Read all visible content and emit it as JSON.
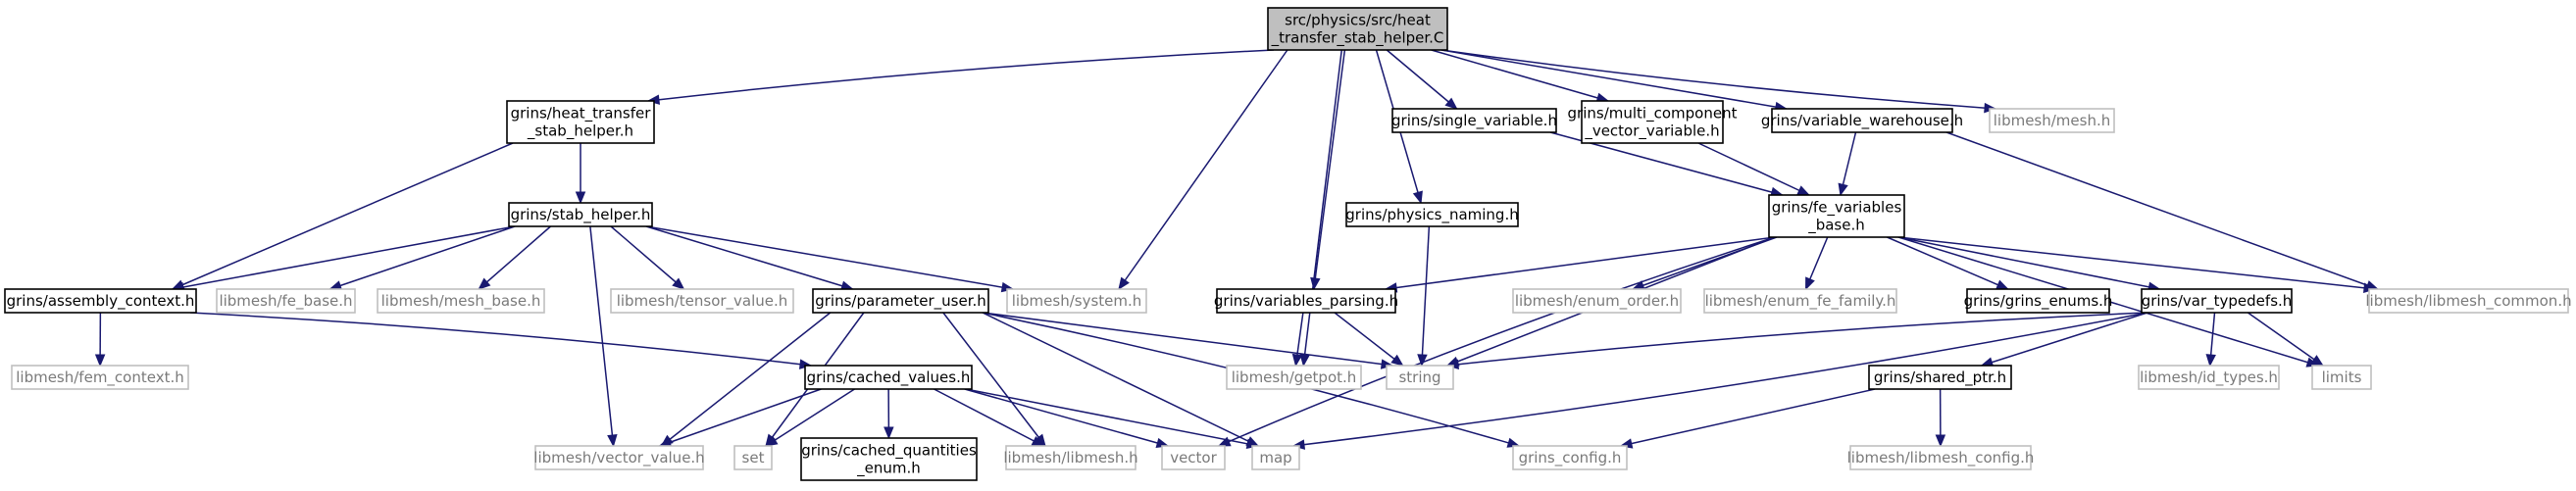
{
  "title": "src/physics/src/heat_transfer_stab_helper.C",
  "colors": {
    "edge": "#191970",
    "node_border": "#000000",
    "external_border": "#bfbfbf",
    "external_text": "#7a7a7a",
    "root_fill": "#bfbfbf",
    "background": "#ffffff"
  },
  "nodes": [
    {
      "id": "root",
      "lines": [
        "src/physics/src/heat",
        "_transfer_stab_helper.C"
      ],
      "kind": "root"
    },
    {
      "id": "heat_stab_h",
      "lines": [
        "grins/heat_transfer",
        "_stab_helper.h"
      ],
      "kind": "internal"
    },
    {
      "id": "single_var",
      "lines": [
        "grins/single_variable.h"
      ],
      "kind": "internal"
    },
    {
      "id": "multi_comp",
      "lines": [
        "grins/multi_component",
        "_vector_variable.h"
      ],
      "kind": "internal"
    },
    {
      "id": "var_warehouse",
      "lines": [
        "grins/variable_warehouse.h"
      ],
      "kind": "internal"
    },
    {
      "id": "mesh_h",
      "lines": [
        "libmesh/mesh.h"
      ],
      "kind": "external"
    },
    {
      "id": "stab_helper",
      "lines": [
        "grins/stab_helper.h"
      ],
      "kind": "internal"
    },
    {
      "id": "physics_naming",
      "lines": [
        "grins/physics_naming.h"
      ],
      "kind": "internal"
    },
    {
      "id": "fe_vars_base",
      "lines": [
        "grins/fe_variables",
        "_base.h"
      ],
      "kind": "internal"
    },
    {
      "id": "assembly_ctx",
      "lines": [
        "grins/assembly_context.h"
      ],
      "kind": "internal"
    },
    {
      "id": "fe_base",
      "lines": [
        "libmesh/fe_base.h"
      ],
      "kind": "external"
    },
    {
      "id": "mesh_base",
      "lines": [
        "libmesh/mesh_base.h"
      ],
      "kind": "external"
    },
    {
      "id": "tensor_value",
      "lines": [
        "libmesh/tensor_value.h"
      ],
      "kind": "external"
    },
    {
      "id": "param_user",
      "lines": [
        "grins/parameter_user.h"
      ],
      "kind": "internal"
    },
    {
      "id": "system_h",
      "lines": [
        "libmesh/system.h"
      ],
      "kind": "external"
    },
    {
      "id": "vars_parsing",
      "lines": [
        "grins/variables_parsing.h"
      ],
      "kind": "internal"
    },
    {
      "id": "enum_order",
      "lines": [
        "libmesh/enum_order.h"
      ],
      "kind": "external"
    },
    {
      "id": "enum_fe_family",
      "lines": [
        "libmesh/enum_fe_family.h"
      ],
      "kind": "external"
    },
    {
      "id": "grins_enums",
      "lines": [
        "grins/grins_enums.h"
      ],
      "kind": "internal"
    },
    {
      "id": "var_typedefs",
      "lines": [
        "grins/var_typedefs.h"
      ],
      "kind": "internal"
    },
    {
      "id": "libmesh_common",
      "lines": [
        "libmesh/libmesh_common.h"
      ],
      "kind": "external"
    },
    {
      "id": "fem_context",
      "lines": [
        "libmesh/fem_context.h"
      ],
      "kind": "external"
    },
    {
      "id": "cached_values",
      "lines": [
        "grins/cached_values.h"
      ],
      "kind": "internal"
    },
    {
      "id": "getpot",
      "lines": [
        "libmesh/getpot.h"
      ],
      "kind": "external"
    },
    {
      "id": "string",
      "lines": [
        "string"
      ],
      "kind": "external"
    },
    {
      "id": "shared_ptr",
      "lines": [
        "grins/shared_ptr.h"
      ],
      "kind": "internal"
    },
    {
      "id": "id_types",
      "lines": [
        "libmesh/id_types.h"
      ],
      "kind": "external"
    },
    {
      "id": "limits",
      "lines": [
        "limits"
      ],
      "kind": "external"
    },
    {
      "id": "vector_value",
      "lines": [
        "libmesh/vector_value.h"
      ],
      "kind": "external"
    },
    {
      "id": "set",
      "lines": [
        "set"
      ],
      "kind": "external"
    },
    {
      "id": "cached_qty_enum",
      "lines": [
        "grins/cached_quantities",
        "_enum.h"
      ],
      "kind": "internal"
    },
    {
      "id": "libmesh_h",
      "lines": [
        "libmesh/libmesh.h"
      ],
      "kind": "external"
    },
    {
      "id": "vector",
      "lines": [
        "vector"
      ],
      "kind": "external"
    },
    {
      "id": "map",
      "lines": [
        "map"
      ],
      "kind": "external"
    },
    {
      "id": "grins_config",
      "lines": [
        "grins_config.h"
      ],
      "kind": "external"
    },
    {
      "id": "libmesh_config",
      "lines": [
        "libmesh/libmesh_config.h"
      ],
      "kind": "external"
    }
  ],
  "edges": [
    [
      "root",
      "heat_stab_h"
    ],
    [
      "root",
      "system_h"
    ],
    [
      "root",
      "getpot"
    ],
    [
      "root",
      "vars_parsing"
    ],
    [
      "root",
      "physics_naming"
    ],
    [
      "root",
      "single_var"
    ],
    [
      "root",
      "multi_comp"
    ],
    [
      "root",
      "var_warehouse"
    ],
    [
      "root",
      "mesh_h"
    ],
    [
      "heat_stab_h",
      "stab_helper"
    ],
    [
      "heat_stab_h",
      "assembly_ctx"
    ],
    [
      "stab_helper",
      "assembly_ctx"
    ],
    [
      "stab_helper",
      "fe_base"
    ],
    [
      "stab_helper",
      "mesh_base"
    ],
    [
      "stab_helper",
      "tensor_value"
    ],
    [
      "stab_helper",
      "param_user"
    ],
    [
      "stab_helper",
      "system_h"
    ],
    [
      "stab_helper",
      "vector_value"
    ],
    [
      "assembly_ctx",
      "fem_context"
    ],
    [
      "assembly_ctx",
      "cached_values"
    ],
    [
      "param_user",
      "string"
    ],
    [
      "param_user",
      "vector_value"
    ],
    [
      "param_user",
      "set"
    ],
    [
      "param_user",
      "libmesh_h"
    ],
    [
      "param_user",
      "map"
    ],
    [
      "param_user",
      "grins_config"
    ],
    [
      "cached_values",
      "vector_value"
    ],
    [
      "cached_values",
      "set"
    ],
    [
      "cached_values",
      "cached_qty_enum"
    ],
    [
      "cached_values",
      "libmesh_h"
    ],
    [
      "cached_values",
      "vector"
    ],
    [
      "cached_values",
      "map"
    ],
    [
      "single_var",
      "fe_vars_base"
    ],
    [
      "multi_comp",
      "fe_vars_base"
    ],
    [
      "var_warehouse",
      "fe_vars_base"
    ],
    [
      "var_warehouse",
      "libmesh_common"
    ],
    [
      "physics_naming",
      "string"
    ],
    [
      "fe_vars_base",
      "vars_parsing"
    ],
    [
      "fe_vars_base",
      "enum_order"
    ],
    [
      "fe_vars_base",
      "enum_fe_family"
    ],
    [
      "fe_vars_base",
      "grins_enums"
    ],
    [
      "fe_vars_base",
      "var_typedefs"
    ],
    [
      "fe_vars_base",
      "libmesh_common"
    ],
    [
      "fe_vars_base",
      "string"
    ],
    [
      "fe_vars_base",
      "vector"
    ],
    [
      "fe_vars_base",
      "limits"
    ],
    [
      "vars_parsing",
      "getpot"
    ],
    [
      "vars_parsing",
      "string"
    ],
    [
      "var_typedefs",
      "string"
    ],
    [
      "var_typedefs",
      "map"
    ],
    [
      "var_typedefs",
      "shared_ptr"
    ],
    [
      "var_typedefs",
      "id_types"
    ],
    [
      "var_typedefs",
      "limits"
    ],
    [
      "shared_ptr",
      "grins_config"
    ],
    [
      "shared_ptr",
      "libmesh_config"
    ]
  ]
}
